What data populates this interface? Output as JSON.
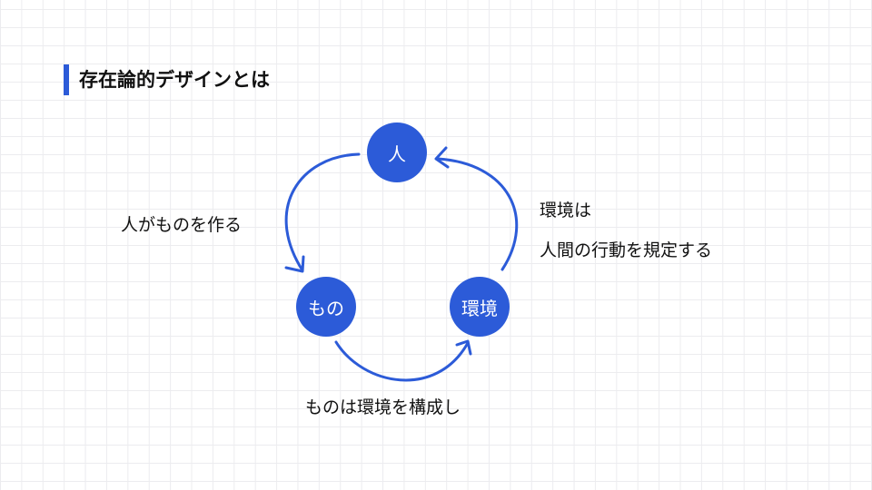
{
  "title": "存在論的デザインとは",
  "nodes": {
    "person": "人",
    "thing": "もの",
    "environment": "環境"
  },
  "labels": {
    "person_to_thing": "人がものを作る",
    "env_to_person_line1": "環境は",
    "env_to_person_line2": "人間の行動を規定する",
    "thing_to_env": "ものは環境を構成し"
  },
  "colors": {
    "accent": "#2c5bd8"
  }
}
